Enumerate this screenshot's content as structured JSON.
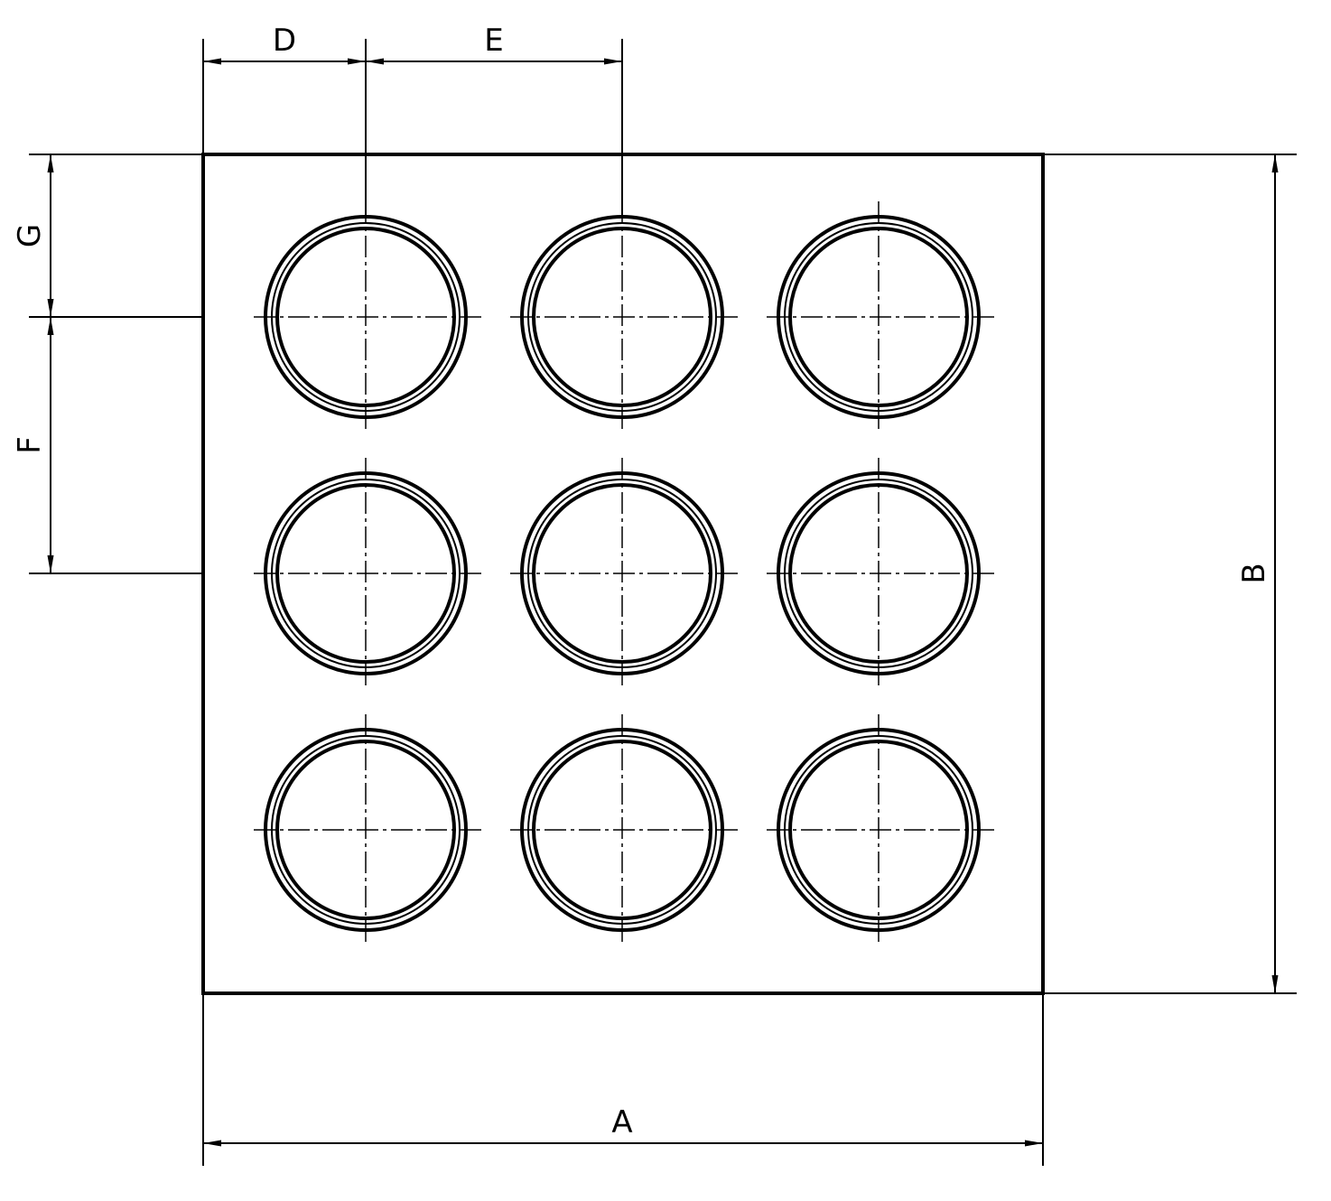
{
  "labels": {
    "a": "A",
    "b": "B",
    "d": "D",
    "e": "E",
    "f": "F",
    "g": "G"
  },
  "grid": {
    "rows": 3,
    "columns": 3
  },
  "colors": {
    "line": "#000000",
    "background": "#ffffff"
  }
}
